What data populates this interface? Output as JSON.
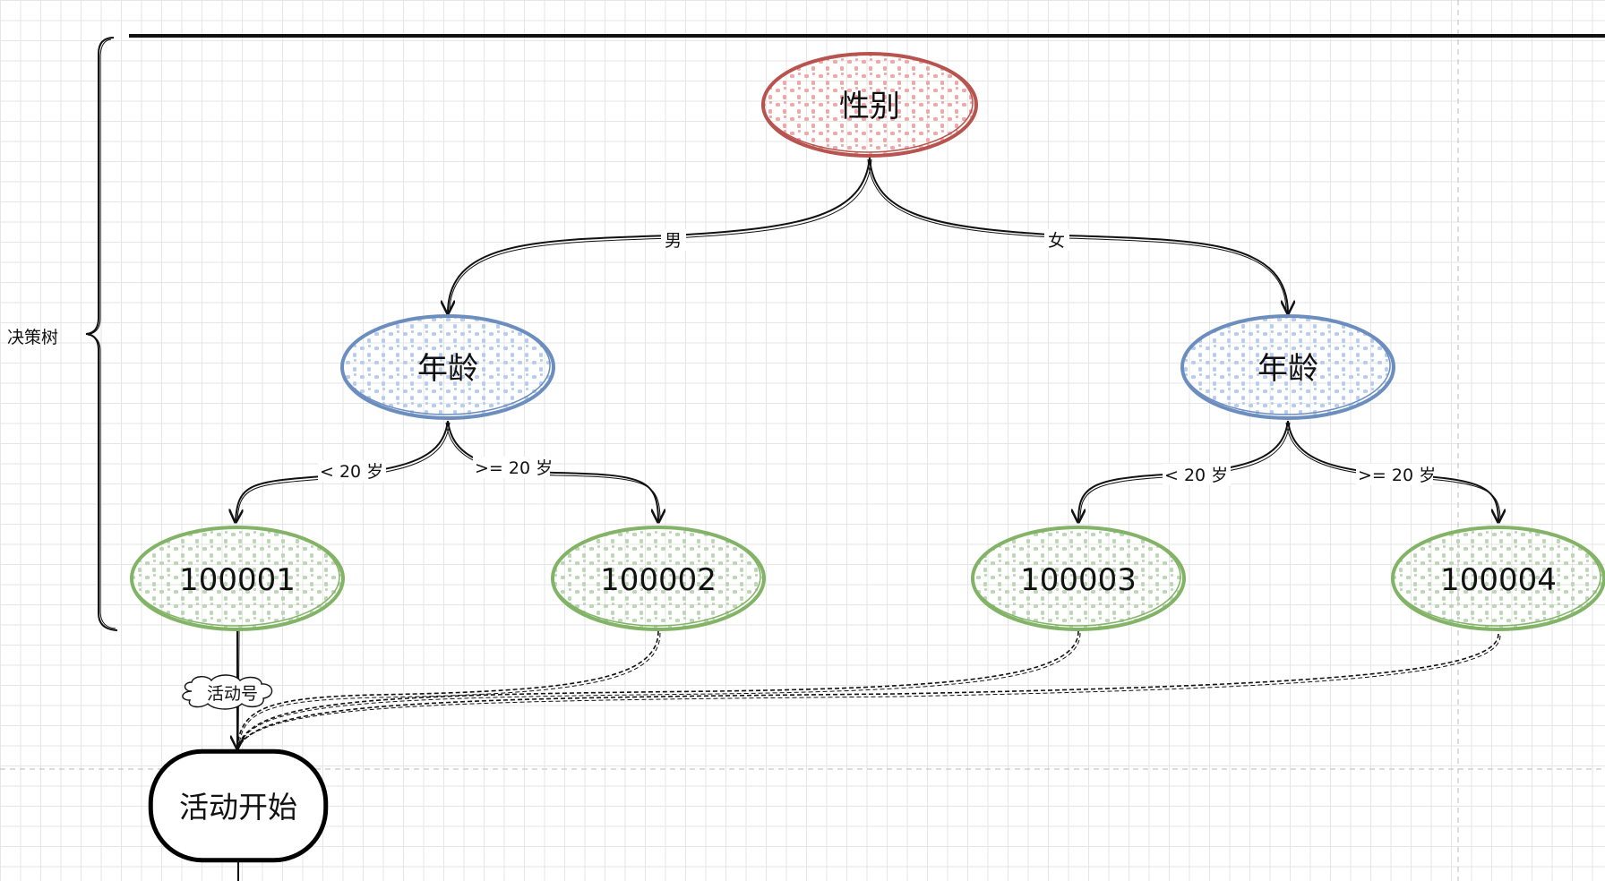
{
  "bracket": {
    "label": "决策树"
  },
  "nodes": {
    "root": {
      "label": "性别",
      "stroke": "#b85450",
      "fill": "#f8cecc"
    },
    "age_left": {
      "label": "年龄",
      "stroke": "#6c8ebf",
      "fill": "#dae8fc"
    },
    "age_right": {
      "label": "年龄",
      "stroke": "#6c8ebf",
      "fill": "#dae8fc"
    },
    "leaf1": {
      "label": "100001",
      "stroke": "#82b366",
      "fill": "#d5e8d4"
    },
    "leaf2": {
      "label": "100002",
      "stroke": "#82b366",
      "fill": "#d5e8d4"
    },
    "leaf3": {
      "label": "100003",
      "stroke": "#82b366",
      "fill": "#d5e8d4"
    },
    "leaf4": {
      "label": "100004",
      "stroke": "#82b366",
      "fill": "#d5e8d4"
    },
    "start": {
      "label": "活动开始",
      "stroke": "#000000",
      "fill": "#ffffff"
    }
  },
  "edges": {
    "male": "男",
    "female": "女",
    "left_lt": "< 20 岁",
    "left_ge": ">= 20 岁",
    "right_lt": "< 20 岁",
    "right_ge": ">= 20 岁",
    "activity_cloud": "活动号"
  }
}
